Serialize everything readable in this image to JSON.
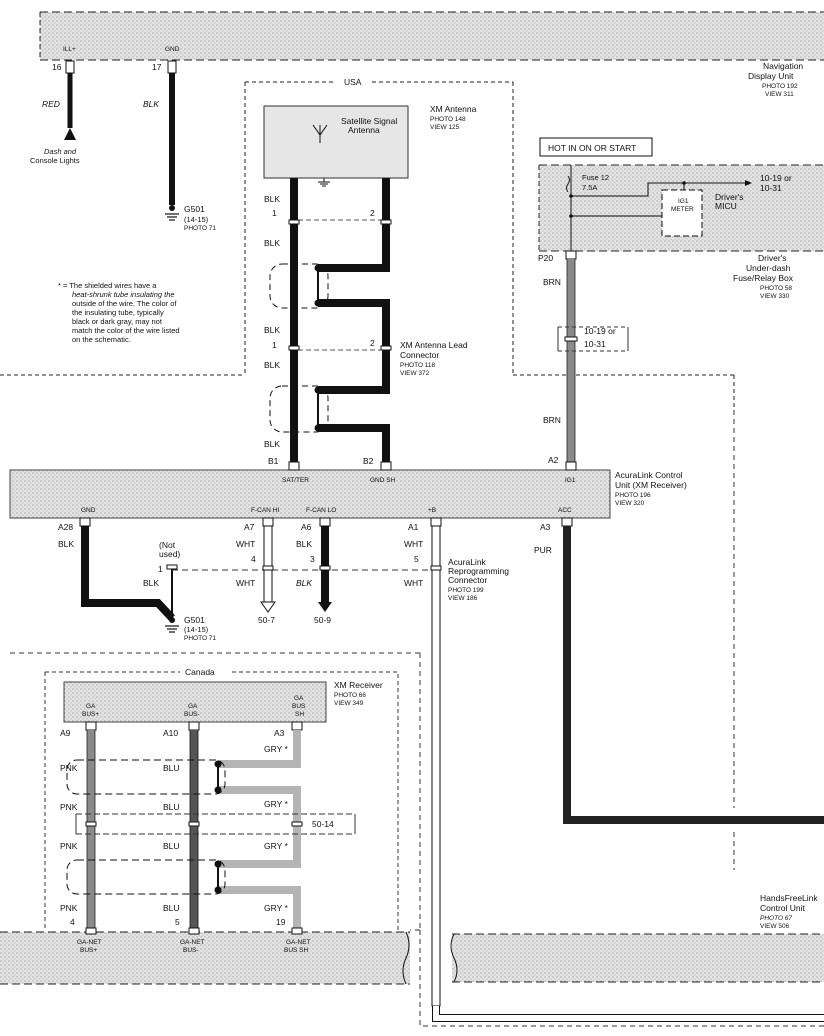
{
  "nav": {
    "pins": [
      {
        "label": "ILL+",
        "num": "16",
        "wire": "RED",
        "dest1": "Dash and",
        "dest2": "Console Lights"
      },
      {
        "label": "GND",
        "num": "17",
        "wire": "BLK",
        "ground": "G501",
        "ground_sub": "(14-15)",
        "ground_photo": "PHOTO 71"
      }
    ],
    "name1": "Navigation",
    "name2": "Display Unit",
    "photo": "PHOTO 192",
    "view": "VIEW 311"
  },
  "usa": {
    "region": "USA",
    "antenna_title": "XM Antenna",
    "antenna_photo": "PHOTO 148",
    "antenna_view": "VIEW 125",
    "antenna_inner1": "Satellite Signal",
    "antenna_inner2": "Antenna",
    "wire_blk": "BLK",
    "pin1": "1",
    "pin2": "2",
    "lead_title1": "XM Antenna Lead",
    "lead_title2": "Connector",
    "lead_photo": "PHOTO 118",
    "lead_view": "VIEW 372"
  },
  "note": {
    "lines": [
      "* = The shielded wires have a",
      "heat-shrunk tube insulating the",
      "outside of the wire. The color of",
      "the insulating tube, typically",
      "black or dark gray, may not",
      "match the color of the wire listed",
      "on the schematic."
    ]
  },
  "fuse": {
    "hot": "HOT IN ON OR START",
    "fuse": "Fuse 12",
    "amps": "7.5A",
    "ig1": "IG1",
    "meter": "METER",
    "dest1": "10-19 or",
    "dest2": "10-31",
    "micu1": "Driver's",
    "micu2": "MICU",
    "pin": "P20",
    "wire": "BRN",
    "ref1": "10-19 or",
    "ref2": "10-31",
    "box1": "Driver's",
    "box2": "Under-dash",
    "box3": "Fuse/Relay Box",
    "box_photo": "PHOTO 58",
    "box_view": "VIEW 330"
  },
  "acura": {
    "top_pins": [
      {
        "pin": "B1",
        "name": "SAT/TER"
      },
      {
        "pin": "B2",
        "name": "GND SH"
      },
      {
        "pin": "A2",
        "name": "IG1"
      }
    ],
    "name1": "AcuraLink Control",
    "name2": "Unit (XM Receiver)",
    "photo": "PHOTO 196",
    "view": "VIEW 320",
    "bottom_pins": [
      {
        "name": "GND",
        "pin": "A28",
        "wire": "BLK"
      },
      {
        "name": "F-CAN HI",
        "pin": "A7",
        "wire": "WHT",
        "num": "4",
        "wire2": "WHT",
        "ref": "50-7"
      },
      {
        "name": "F-CAN LO",
        "pin": "A6",
        "wire": "BLK",
        "num": "3",
        "wire2": "BLK",
        "ref": "50-9"
      },
      {
        "name": "+B",
        "pin": "A1",
        "wire": "WHT",
        "num": "5",
        "wire2": "WHT"
      },
      {
        "name": "ACC",
        "pin": "A3",
        "wire": "PUR"
      }
    ],
    "not_used1": "(Not",
    "not_used2": "used)",
    "not_used_num": "1",
    "not_used_wire": "BLK",
    "ground": "G501",
    "ground_sub": "(14-15)",
    "ground_photo": "PHOTO 71",
    "reprog1": "AcuraLink",
    "reprog2": "Reprogramming",
    "reprog3": "Connector",
    "reprog_photo": "PHOTO 199",
    "reprog_view": "VIEW 186"
  },
  "canada": {
    "region": "Canada",
    "title": "XM Receiver",
    "photo": "PHOTO 66",
    "view": "VIEW 349",
    "cols": [
      {
        "l1": "GA",
        "l2": "BUS+",
        "pin": "A9",
        "wire": "PNK",
        "bottom": "4",
        "hf1": "GA-NET",
        "hf2": "BUS+"
      },
      {
        "l1": "GA",
        "l2": "BUS-",
        "pin": "A10",
        "wire": "BLU",
        "bottom": "5",
        "hf1": "GA-NET",
        "hf2": "BUS-"
      },
      {
        "l1": "GA",
        "l2": "BUS",
        "l3": "SH",
        "pin": "A3",
        "wire": "GRY *",
        "bottom": "19",
        "hf1": "GA-NET",
        "hf2": "BUS SH"
      }
    ],
    "ref": "50-14"
  },
  "hfl": {
    "name1": "HandsFreeLink",
    "name2": "Control Unit",
    "photo": "PHOTO 67",
    "view": "VIEW 506"
  },
  "colors": {
    "wire_dark": "#111111",
    "wire_gray": "#8a8a8a",
    "wire_light": "#b4b4b4",
    "component_fill": "#e2e2e2"
  }
}
